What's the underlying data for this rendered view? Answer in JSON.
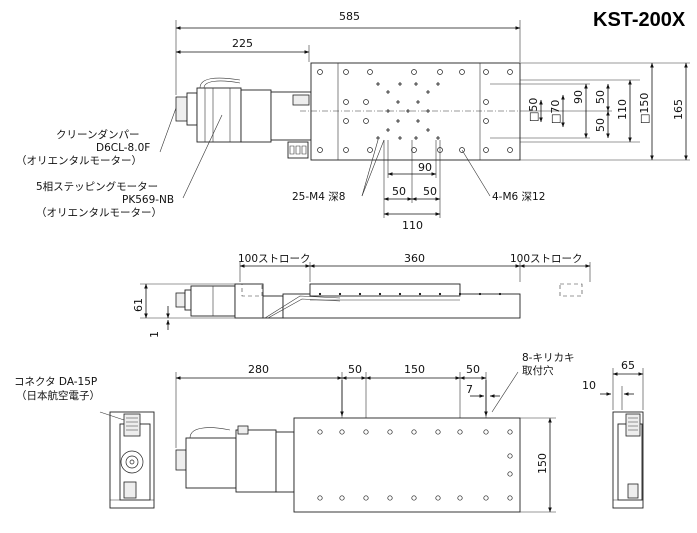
{
  "model": "KST-200X",
  "top_view": {
    "dims": {
      "overall_length": "585",
      "motor_offset": "225",
      "height_90": "90",
      "height_50_upper": "50",
      "height_110": "110",
      "height_50_lower": "50",
      "square_150": "□150",
      "overall_width": "165",
      "square_50": "□50",
      "square_70": "□70",
      "pitch_90": "90",
      "pitch_50_left": "50",
      "pitch_50_right": "50",
      "pitch_110": "110"
    },
    "labels": {
      "damper_name": "クリーンダンパー",
      "damper_model": "D6CL-8.0F",
      "damper_maker": "（オリエンタルモーター）",
      "motor_name": "5相ステッピングモーター",
      "motor_model": "PK569-NB",
      "motor_maker": "（オリエンタルモーター）",
      "tap_m4": "25-M4 深8",
      "tap_m6": "4-M6 深12"
    }
  },
  "side_view": {
    "dims": {
      "stroke_left": "100ストローク",
      "travel": "360",
      "stroke_right": "100ストローク",
      "height": "61",
      "offset": "1"
    }
  },
  "bottom_view": {
    "dims": {
      "length_280": "280",
      "spacing_50_a": "50",
      "spacing_150": "150",
      "spacing_50_b": "50",
      "offset_7": "7",
      "width_150": "150",
      "end_10": "10",
      "end_65": "65"
    },
    "labels": {
      "connector": "コネクタ DA-15P",
      "connector_maker": "（日本航空電子）",
      "mount_holes_1": "8-キリカキ",
      "mount_holes_2": "取付穴"
    }
  }
}
